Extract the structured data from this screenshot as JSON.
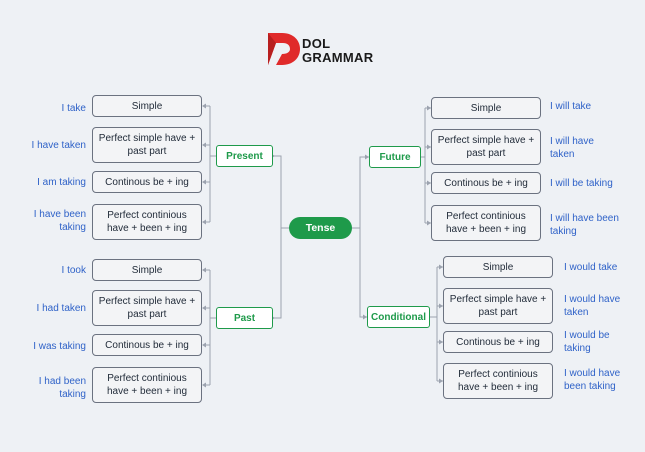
{
  "logo": {
    "line1": "DOL",
    "line2": "GRAMMAR",
    "brand_color": "#e02a2a"
  },
  "colors": {
    "accent": "#1e9a4a",
    "example_text": "#2f62c8",
    "box_border": "#6b7280",
    "line": "#9ca3af"
  },
  "root": {
    "label": "Tense"
  },
  "branches": {
    "present": {
      "label": "Present",
      "forms": [
        {
          "form": "Simple",
          "example": "I take"
        },
        {
          "form": "Perfect simple have + past part",
          "example": "I have taken"
        },
        {
          "form": "Continous be + ing",
          "example": "I am taking"
        },
        {
          "form": "Perfect continious have + been + ing",
          "example": "I have been taking"
        }
      ]
    },
    "past": {
      "label": "Past",
      "forms": [
        {
          "form": "Simple",
          "example": "I took"
        },
        {
          "form": "Perfect simple have + past part",
          "example": "I had taken"
        },
        {
          "form": "Continous be + ing",
          "example": "I was taking"
        },
        {
          "form": "Perfect continious have + been + ing",
          "example": "I had been taking"
        }
      ]
    },
    "future": {
      "label": "Future",
      "forms": [
        {
          "form": "Simple",
          "example": "I will take"
        },
        {
          "form": "Perfect simple have + past part",
          "example": "I will have taken"
        },
        {
          "form": "Continous be + ing",
          "example": "I will be taking"
        },
        {
          "form": "Perfect continious have + been + ing",
          "example": "I will have been taking"
        }
      ]
    },
    "conditional": {
      "label": "Conditional",
      "forms": [
        {
          "form": "Simple",
          "example": "I would take"
        },
        {
          "form": "Perfect simple have + past part",
          "example": "I would have taken"
        },
        {
          "form": "Continous be + ing",
          "example": "I would be taking"
        },
        {
          "form": "Perfect continious have + been + ing",
          "example": "I would have been taking"
        }
      ]
    }
  }
}
